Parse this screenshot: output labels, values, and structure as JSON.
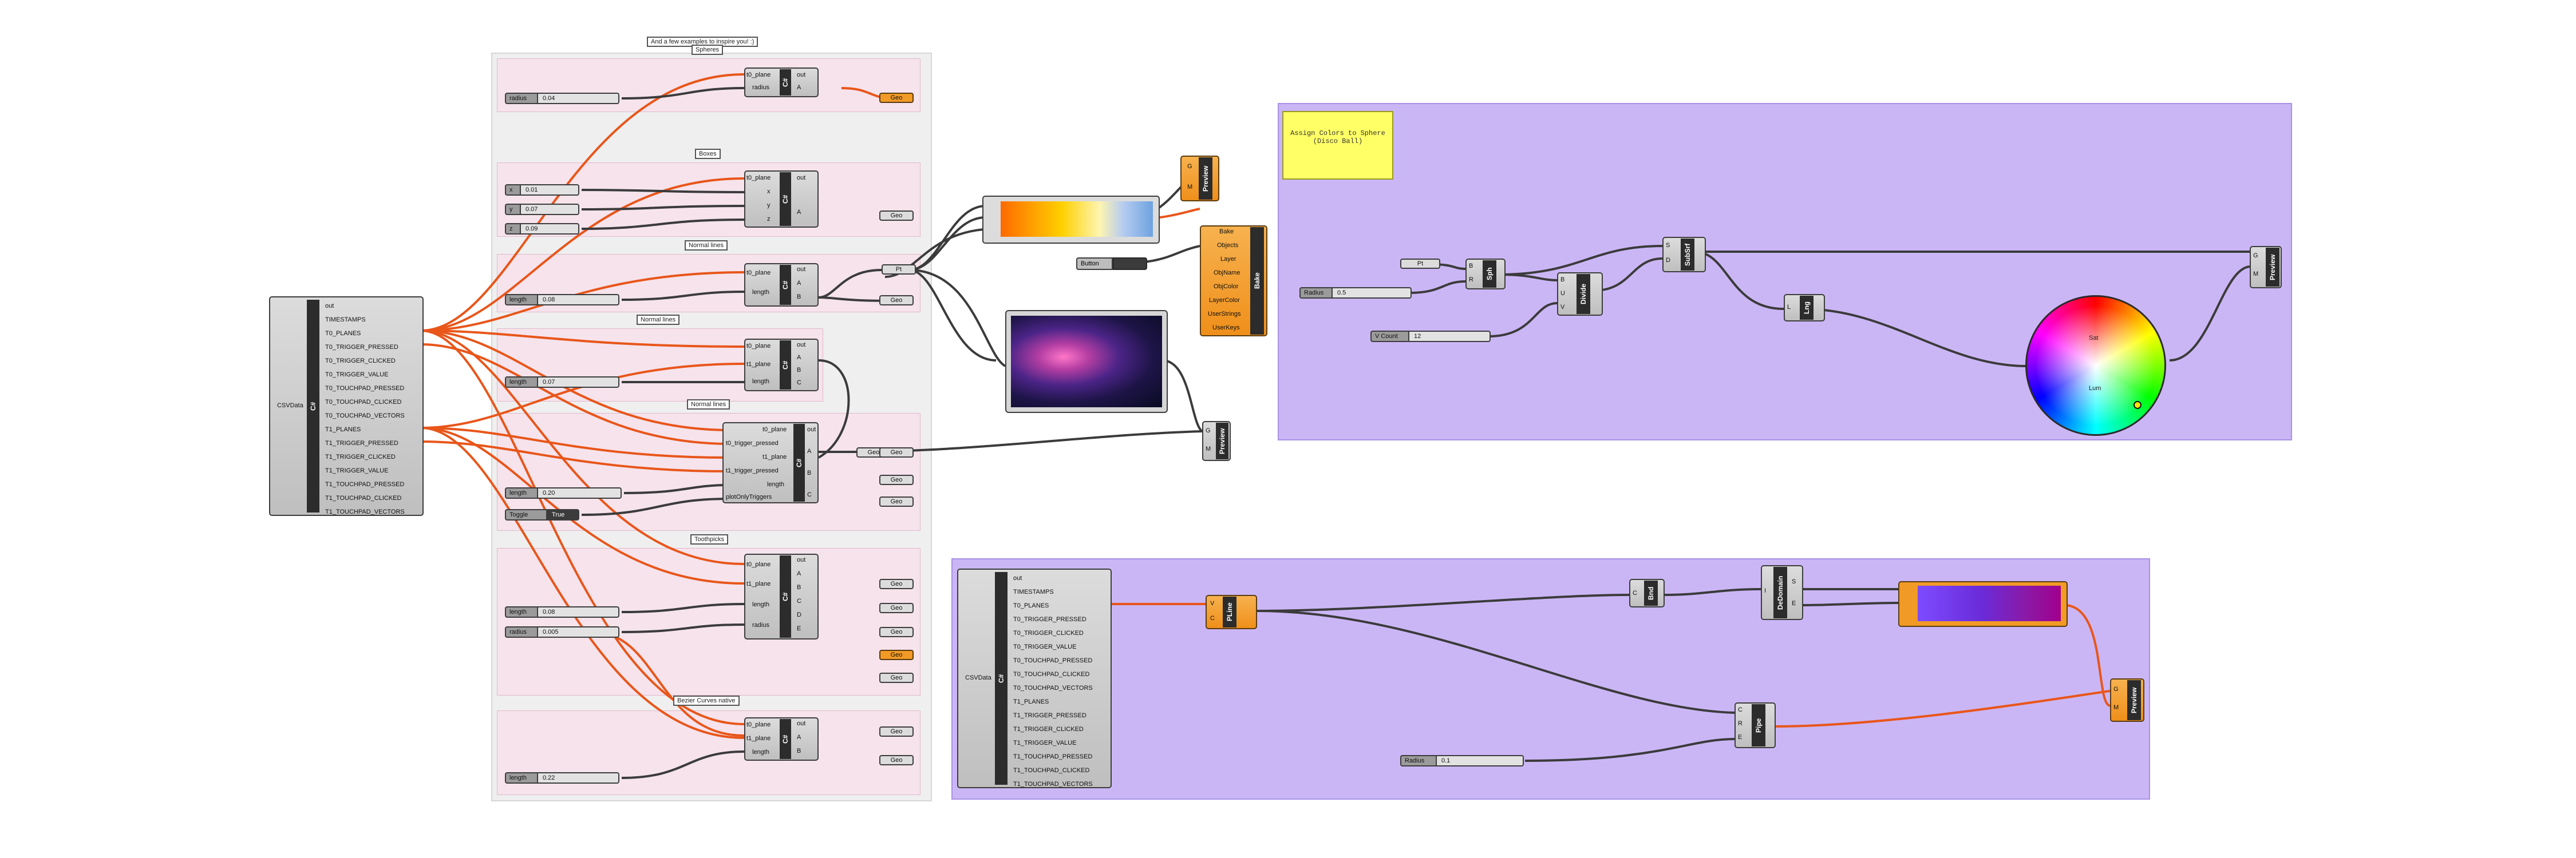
{
  "colors": {
    "wire_orange": "#e8561a",
    "wire_dark": "#3b3b3b",
    "panel": "#efefef",
    "group_pink": "#f6e3ec",
    "group_purple": "#cbb6f5",
    "component_orange": "#f29a26"
  },
  "canvas": {
    "panel_title": "And a few examples to inspire you! :)",
    "group_labels": {
      "spheres": "Spheres",
      "boxes": "Boxes",
      "normal_lines_1": "Normal lines",
      "normal_lines_2": "Normal lines",
      "normal_lines_3": "Normal lines",
      "toothpicks": "Toothpicks",
      "bezier": "Bezier Curves native"
    }
  },
  "csv_main": {
    "name": "CSVData",
    "strip": "C#",
    "outputs": [
      "out",
      "TIMESTAMPS",
      "T0_PLANES",
      "T0_TRIGGER_PRESSED",
      "T0_TRIGGER_CLICKED",
      "T0_TRIGGER_VALUE",
      "T0_TOUCHPAD_PRESSED",
      "T0_TOUCHPAD_CLICKED",
      "T0_TOUCHPAD_VECTORS",
      "T1_PLANES",
      "T1_TRIGGER_PRESSED",
      "T1_TRIGGER_CLICKED",
      "T1_TRIGGER_VALUE",
      "T1_TOUCHPAD_PRESSED",
      "T1_TOUCHPAD_CLICKED",
      "T1_TOUCHPAD_VECTORS"
    ]
  },
  "csv_second": {
    "name": "CSVData",
    "strip": "C#",
    "outputs": [
      "out",
      "TIMESTAMPS",
      "T0_PLANES",
      "T0_TRIGGER_PRESSED",
      "T0_TRIGGER_CLICKED",
      "T0_TRIGGER_VALUE",
      "T0_TOUCHPAD_PRESSED",
      "T0_TOUCHPAD_CLICKED",
      "T0_TOUCHPAD_VECTORS",
      "T1_PLANES",
      "T1_TRIGGER_PRESSED",
      "T1_TRIGGER_CLICKED",
      "T1_TRIGGER_VALUE",
      "T1_TOUCHPAD_PRESSED",
      "T1_TOUCHPAD_CLICKED",
      "T1_TOUCHPAD_VECTORS"
    ]
  },
  "sliders": {
    "radius_spheres": {
      "name": "radius",
      "value": "0.04"
    },
    "x_boxes": {
      "name": "x",
      "value": "0.01"
    },
    "y_boxes": {
      "name": "y",
      "value": "0.07"
    },
    "z_boxes": {
      "name": "z",
      "value": "0.09"
    },
    "length_nl1": {
      "name": "length",
      "value": "0.08"
    },
    "length_nl2": {
      "name": "length",
      "value": "0.07"
    },
    "length_nl3": {
      "name": "length",
      "value": "0.20"
    },
    "toggle": {
      "name": "Toggle",
      "value": "True"
    },
    "length_tp": {
      "name": "length",
      "value": "0.08"
    },
    "radius_tp": {
      "name": "radius",
      "value": "0.005"
    },
    "length_bz": {
      "name": "length",
      "value": "0.22"
    },
    "radius_right": {
      "name": "Radius",
      "value": "0.5"
    },
    "vcount": {
      "name": "V Count",
      "value": "12"
    },
    "radius_bottom": {
      "name": "Radius",
      "value": "0.1"
    }
  },
  "components": {
    "spheres": {
      "strip": "C#",
      "inputs": [
        "t0_plane",
        "radius"
      ],
      "outputs": [
        "out",
        "A"
      ]
    },
    "boxes": {
      "strip": "C#",
      "inputs": [
        "t0_plane",
        "x",
        "y",
        "z"
      ],
      "outputs": [
        "out",
        "A"
      ]
    },
    "nl1": {
      "strip": "C#",
      "inputs": [
        "t0_plane",
        "length"
      ],
      "outputs": [
        "out",
        "A",
        "B"
      ]
    },
    "nl2": {
      "strip": "C#",
      "inputs": [
        "t0_plane",
        "t1_plane",
        "length"
      ],
      "outputs": [
        "out",
        "A",
        "B",
        "C"
      ]
    },
    "nl3": {
      "strip": "C#",
      "inputs": [
        "t0_plane",
        "t0_trigger_pressed",
        "t1_plane",
        "t1_trigger_pressed",
        "length",
        "plotOnlyTriggers"
      ],
      "outputs": [
        "out",
        "A",
        "B",
        "C"
      ]
    },
    "toothpicks": {
      "strip": "C#",
      "inputs": [
        "t0_plane",
        "t1_plane",
        "length",
        "radius"
      ],
      "outputs": [
        "out",
        "A",
        "B",
        "C",
        "D",
        "E"
      ]
    },
    "bezier": {
      "strip": "C#",
      "inputs": [
        "t0_plane",
        "t1_plane",
        "length"
      ],
      "outputs": [
        "out",
        "A",
        "B"
      ]
    },
    "pt_top": {
      "label": "Pt"
    },
    "preview_top": {
      "strip": "Preview",
      "inputs": [
        "G",
        "M"
      ]
    },
    "bake": {
      "strip": "Bake",
      "inputs": [
        "Bake",
        "Objects",
        "Layer",
        "ObjName",
        "ObjColor",
        "LayerColor",
        "UserStrings",
        "UserKeys"
      ]
    },
    "button": {
      "name": "Button"
    },
    "preview_mid": {
      "strip": "Preview",
      "inputs": [
        "G",
        "M"
      ]
    },
    "pt_right": {
      "label": "Pt"
    },
    "sph": {
      "strip": "Sph",
      "inputs": [
        "B",
        "R"
      ]
    },
    "divide": {
      "strip": "Divide",
      "inputs": [
        "B",
        "U",
        "V"
      ]
    },
    "subsrf": {
      "strip": "SubSrf",
      "inputs": [
        "S",
        "D"
      ]
    },
    "lng": {
      "strip": "Lng",
      "inputs": [
        "L"
      ]
    },
    "preview_right": {
      "strip": "Preview",
      "inputs": [
        "G",
        "M"
      ]
    },
    "pline": {
      "strip": "PLine",
      "inputs": [
        "V",
        "C"
      ]
    },
    "bnd": {
      "strip": "Bnd",
      "inputs": [
        "C"
      ]
    },
    "deconstruct": {
      "strip": "DeDomain",
      "inputs": [
        "I"
      ],
      "outputs": [
        "S",
        "E"
      ]
    },
    "pipe": {
      "strip": "Pipe",
      "inputs": [
        "C",
        "R",
        "E"
      ]
    },
    "preview_bottom": {
      "strip": "Preview",
      "inputs": [
        "G",
        "M"
      ]
    }
  },
  "geo_label": "Geo",
  "note": "Assign Colors to Sphere (Disco Ball)",
  "color_wheel_labels": {
    "sat": "Sat",
    "lum": "Lum"
  }
}
